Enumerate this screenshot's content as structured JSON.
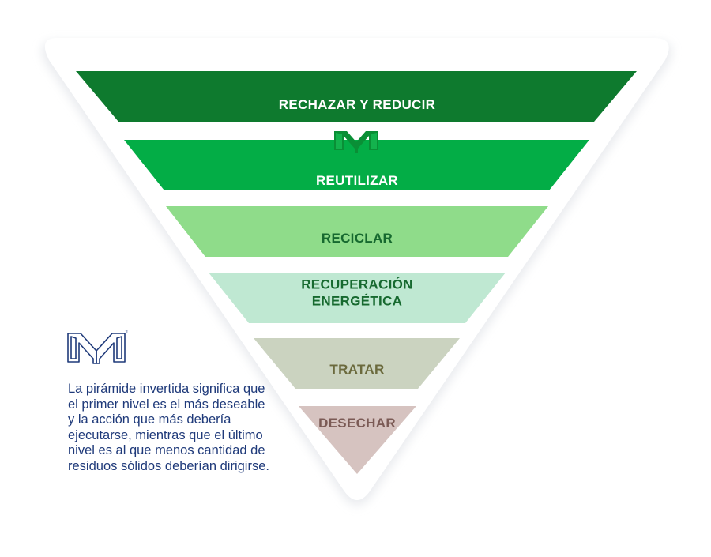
{
  "pyramid": {
    "levels": [
      {
        "label": "RECHAZAR Y REDUCIR",
        "fill": "#0e7a2e",
        "text_color": "#ffffff"
      },
      {
        "label": "REUTILIZAR",
        "fill": "#03ad46",
        "text_color": "#ffffff"
      },
      {
        "label": "RECICLAR",
        "fill": "#8fdc8a",
        "text_color": "#16692f"
      },
      {
        "label": "RECUPERACIÓN\nENERGÉTICA",
        "fill": "#bfe8d2",
        "text_color": "#16692f"
      },
      {
        "label": "TRATAR",
        "fill": "#cbd3c0",
        "text_color": "#6b6a3d"
      },
      {
        "label": "DESECHAR",
        "fill": "#d6c3c0",
        "text_color": "#7b5a55"
      }
    ]
  },
  "caption": {
    "text": "La pirámide invertida significa que el primer nivel es el más deseable y la acción que más debería ejecutarse, mientras que el último nivel es al que menos cantidad de residuos sólidos deberían dirigirse."
  },
  "logo": {
    "trademark": "™",
    "color": "#1f3a7a",
    "green": "#0a9a3c"
  }
}
